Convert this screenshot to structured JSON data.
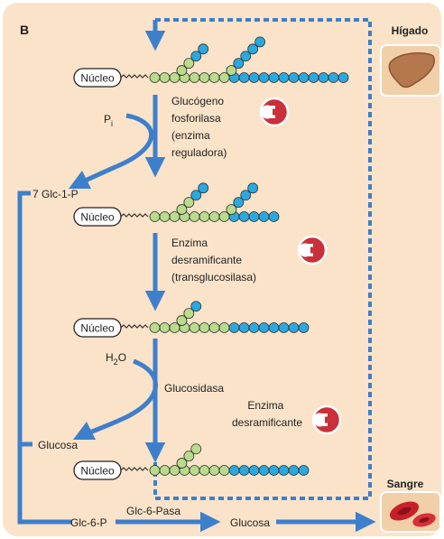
{
  "panel_label": "B",
  "organs": {
    "liver": "Hígado",
    "blood": "Sangre"
  },
  "nucleus_label": "Núcleo",
  "steps": {
    "phosphorylase": [
      "Glucógeno",
      "fosforilasa",
      "(enzima",
      "reguladora)"
    ],
    "transferase": [
      "Enzima",
      "desramificante",
      "(transglucosilasa)"
    ],
    "glucosidase": "Glucosidasa",
    "debranching": [
      "Enzima",
      "desramificante"
    ]
  },
  "metabolites": {
    "pi_base": "P",
    "pi_sub": "i",
    "glc1p": "7  Glc-1-P",
    "h2o_left": "H",
    "h2o_sub": "2",
    "h2o_right": "O",
    "glucosa_free": "Glucosa",
    "glc6p": "Glc-6-P",
    "glc6pasa": "Glc-6-Pasa",
    "glucosa_out": "Glucosa"
  },
  "colors": {
    "background": "#fbe3c9",
    "arrow": "#3e7fcc",
    "green_residue": "#b9dc8c",
    "blue_residue": "#2aa8e0",
    "enzyme_badge": "#c9303a"
  }
}
